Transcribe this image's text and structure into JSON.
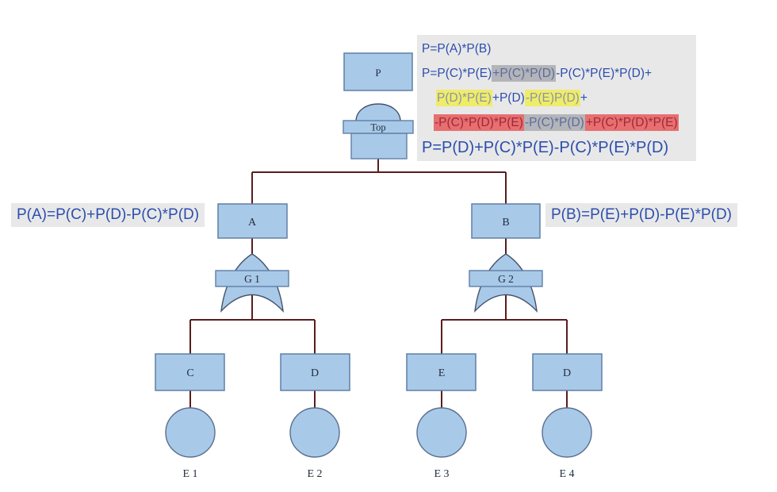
{
  "colors": {
    "node_fill": "#a9c9e9",
    "node_border": "#5f7fa6",
    "gate_border": "#44536b",
    "connector_line": "#5a1d1d",
    "formula_text_blue": "#2b4eae",
    "formula_block_bg": "#e8e8e8",
    "highlight_gray": "#b3b5b8",
    "highlight_yellow": "#efec6a",
    "highlight_red": "#e76f70",
    "highlight_red_text": "#a02837"
  },
  "tree": {
    "top_event_label": "P",
    "and_gate_label": "Top",
    "intermediate_a_label": "A",
    "intermediate_b_label": "B",
    "or_gate_1_label": "G 1",
    "or_gate_2_label": "G 2",
    "leaf_c_label": "C",
    "leaf_d1_label": "D",
    "leaf_e_label": "E",
    "leaf_d2_label": "D",
    "event_1_label": "E 1",
    "event_2_label": "E 2",
    "event_3_label": "E 3",
    "event_4_label": "E 4"
  },
  "formulas": {
    "left_label": "P(A)=P(C)+P(D)-P(C)*P(D)",
    "right_label": "P(B)=P(E)+P(D)-P(E)*P(D)",
    "block": {
      "line1": "P=P(A)*P(B)",
      "line2_segments": [
        {
          "text": "P=P(C)*P(E)",
          "highlight": "none"
        },
        {
          "text": "+P(C)*P(D)",
          "highlight": "gray"
        },
        {
          "text": "-P(C)*P(E)*P(D)+",
          "highlight": "none"
        }
      ],
      "line3_segments": [
        {
          "text": "P(D)*P(E)",
          "highlight": "yellow"
        },
        {
          "text": "+P(D)",
          "highlight": "none"
        },
        {
          "text": "-P(E)P(D)",
          "highlight": "yellow"
        },
        {
          "text": "+",
          "highlight": "none"
        }
      ],
      "line4_segments": [
        {
          "text": "-P(C)*P(D)*P(E)",
          "highlight": "red"
        },
        {
          "text": "-P(C)*P(D)",
          "highlight": "gray"
        },
        {
          "text": "+P(C)*P(D)*P(E)",
          "highlight": "red"
        }
      ],
      "line5": "P=P(D)+P(C)*P(E)-P(C)*P(E)*P(D)"
    }
  }
}
